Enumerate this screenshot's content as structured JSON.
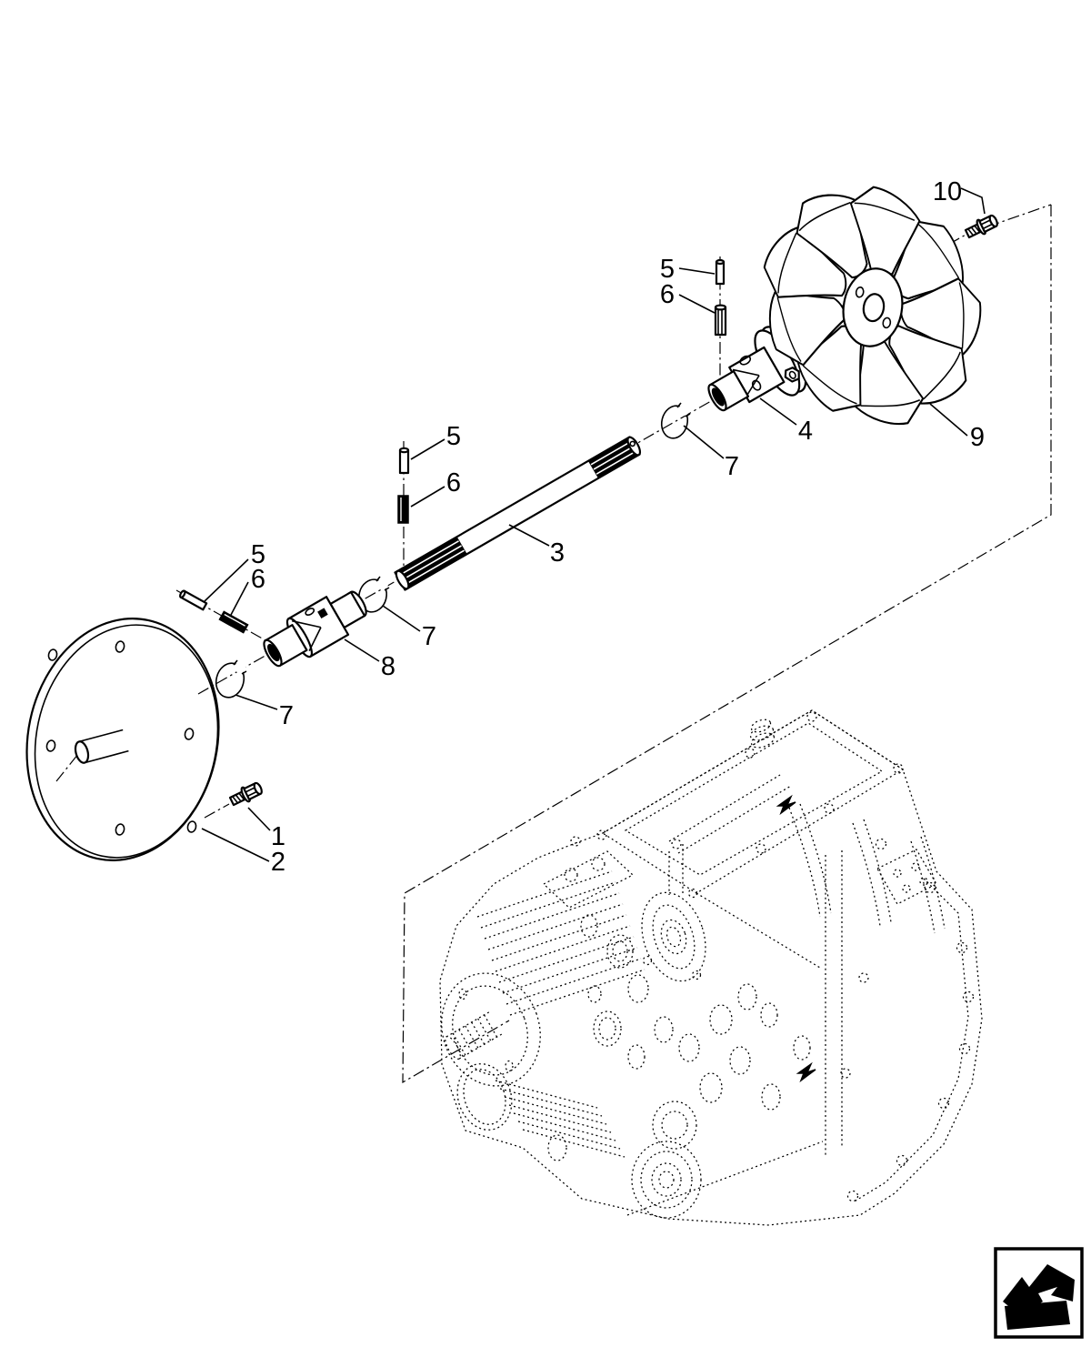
{
  "meta": {
    "background": "#ffffff",
    "line_color": "#000000",
    "figure_type": "exploded-parts-diagram"
  },
  "callouts": {
    "c1": "1",
    "c2": "2",
    "c3": "3",
    "c4": "4",
    "c5a": "5",
    "c5b": "5",
    "c5c": "5",
    "c6a": "6",
    "c6b": "6",
    "c6c": "6",
    "c7a": "7",
    "c7b": "7",
    "c7c": "7",
    "c8": "8",
    "c9": "9",
    "c10": "10"
  },
  "icons": {
    "nav_return": "return-arrow-icon"
  }
}
